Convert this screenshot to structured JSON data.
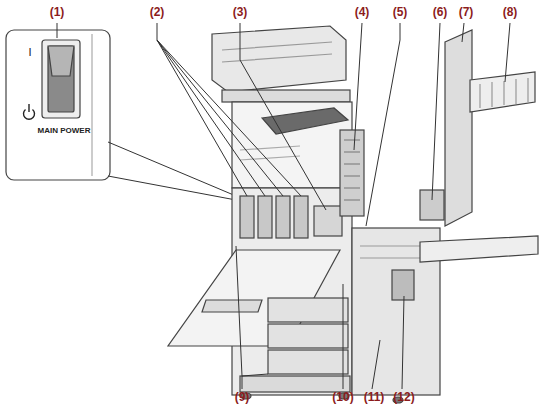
{
  "diagram": {
    "labels": [
      "(1)",
      "(2)",
      "(3)",
      "(4)",
      "(5)",
      "(6)",
      "(7)",
      "(8)",
      "(9)",
      "(10)",
      "(11)",
      "(12)",
      "I",
      "MAIN POWER"
    ]
  }
}
